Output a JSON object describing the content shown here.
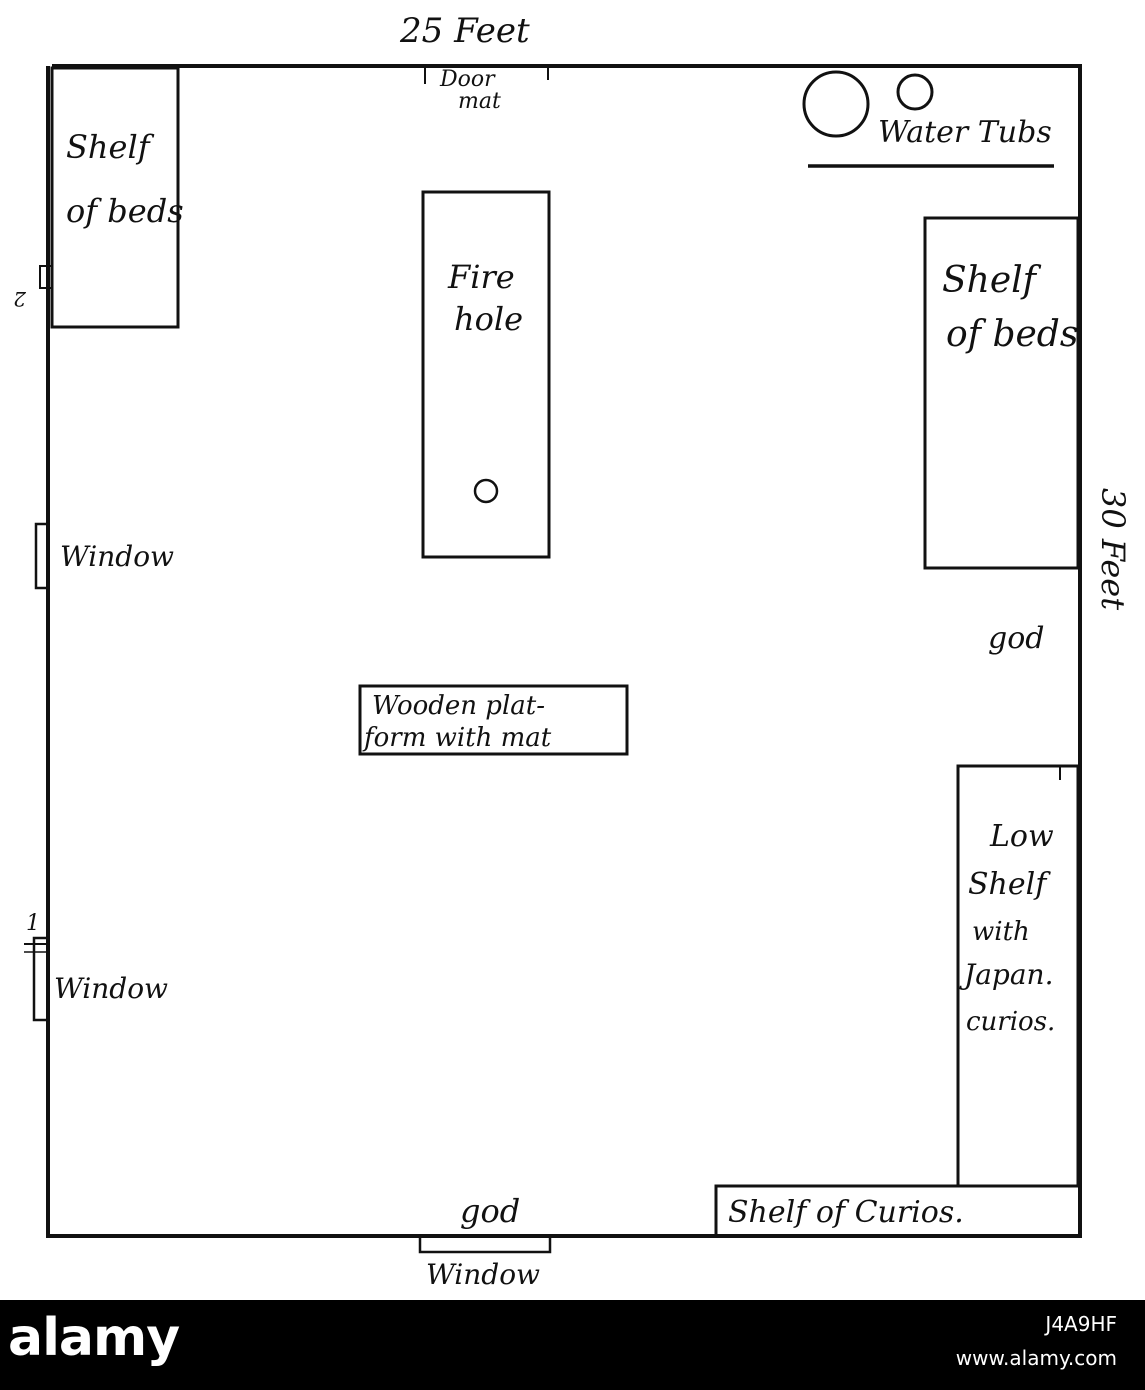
{
  "plan": {
    "width_label": "25 Feet",
    "depth_label": "30 Feet",
    "door": {
      "line1": "Door",
      "line2": "mat"
    },
    "water_tubs": "Water Tubs",
    "shelf_left": {
      "line1": "Shelf",
      "line2": "of beds"
    },
    "shelf_right": {
      "line1": "Shelf",
      "line2": "of beds"
    },
    "fire_hole": {
      "line1": "Fire",
      "line2": "hole"
    },
    "platform": {
      "line1": "Wooden plat-",
      "line2": "form with mat"
    },
    "low_shelf": {
      "line1": "Low",
      "line2": "Shelf",
      "line3": "with",
      "line4": "Japan.",
      "line5": "curios."
    },
    "shelf_curios": "Shelf of Curios.",
    "god_right": "god",
    "god_bottom": "god",
    "window_left_upper": "Window",
    "window_left_lower": "Window",
    "window_bottom": "Window",
    "marker_upper": "2",
    "marker_lower": "1"
  },
  "footer": {
    "brand": "alamy",
    "image_id": "J4A9HF",
    "site": "www.alamy.com"
  }
}
